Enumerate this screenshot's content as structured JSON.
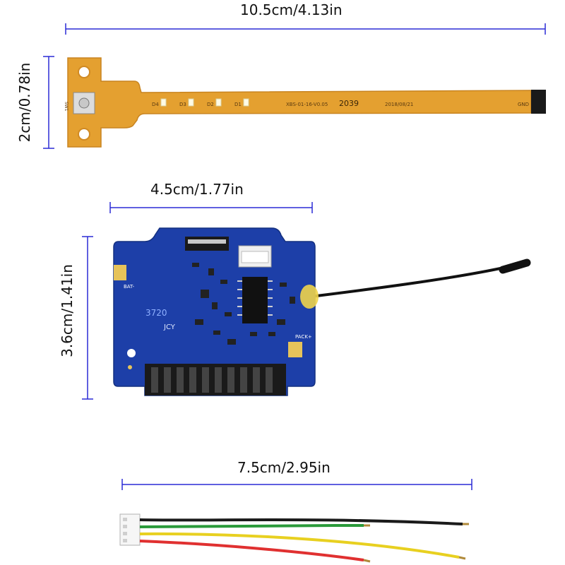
{
  "dimensions": {
    "flex_width": "10.5cm/4.13in",
    "flex_height": "2cm/0.78in",
    "board_width": "4.5cm/1.77in",
    "board_height": "3.6cm/1.41in",
    "wire_length": "7.5cm/2.95in"
  },
  "flex_cable": {
    "switch_label": "SW1",
    "led_labels": [
      "D4",
      "D3",
      "D2",
      "D1"
    ],
    "code": "2039",
    "part_number": "XBS-01-16-V0.05",
    "date": "2018/08/21",
    "end_label": "GND"
  },
  "pcb": {
    "bat_label": "BAT-",
    "pack_label": "PACK+",
    "code": "3720",
    "brand": "JCY"
  },
  "colors": {
    "dimension_line": "#2b2bd6",
    "flex_pcb": "#e4a030",
    "pcb": "#1d3fa8",
    "wires": [
      "#1a1a1a",
      "#2a9a3a",
      "#e8d020",
      "#e03030"
    ]
  }
}
